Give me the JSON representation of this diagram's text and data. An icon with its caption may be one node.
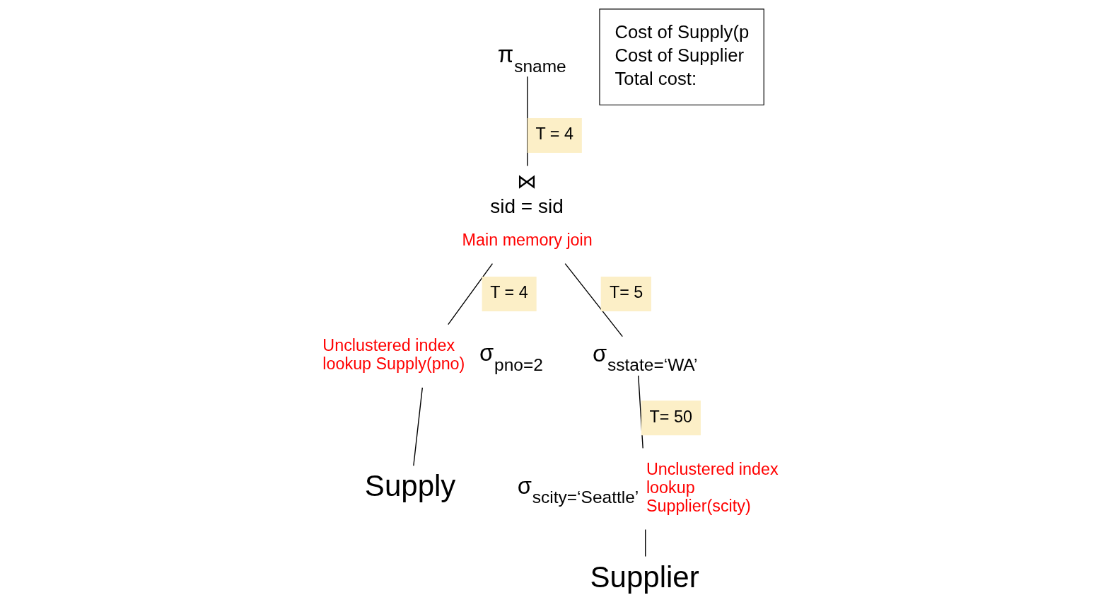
{
  "diagram": {
    "nodes": [
      {
        "text": [
          "π$_{sname}$"
        ]
      },
      {
        "text": [
          "⋈",
          "sid = sid"
        ],
        "beside": [
          "Main memory join"
        ]
      },
      {
        "text": [
          "σ$_{pno=2}$"
        ],
        "beside": [
          "Unclustered index lookup Supply(pno)"
        ]
      },
      {
        "text": [
          "Supply"
        ]
      },
      {
        "text": [
          "σ$_{sstate=‘WA’}$"
        ]
      },
      {
        "text": [
          "σ$_{scity=‘Seattle’}$"
        ],
        "beside": [
          "Unclustered index lookup Supplier(scity)"
        ]
      },
      {
        "text": [
          "Supplier"
        ]
      },
      {
        "text": [
          "Cost of Supply(p",
          "Cost of Supplier",
          "Total cost:"
        ]
      }
    ],
    "edges": [
      {
        "from": 0,
        "to": 1,
        "arrow": "none",
        "label": "T = 4"
      },
      {
        "from": 1,
        "to": 2,
        "arrow": "none",
        "label": "T = 4"
      },
      {
        "from": 1,
        "to": 4,
        "arrow": "none",
        "label": "T= 5"
      },
      {
        "from": 2,
        "to": 3,
        "arrow": "none"
      },
      {
        "from": 4,
        "to": 5,
        "arrow": "none",
        "label": "T= 50"
      },
      {
        "from": 5,
        "to": 6,
        "arrow": "none"
      }
    ]
  }
}
